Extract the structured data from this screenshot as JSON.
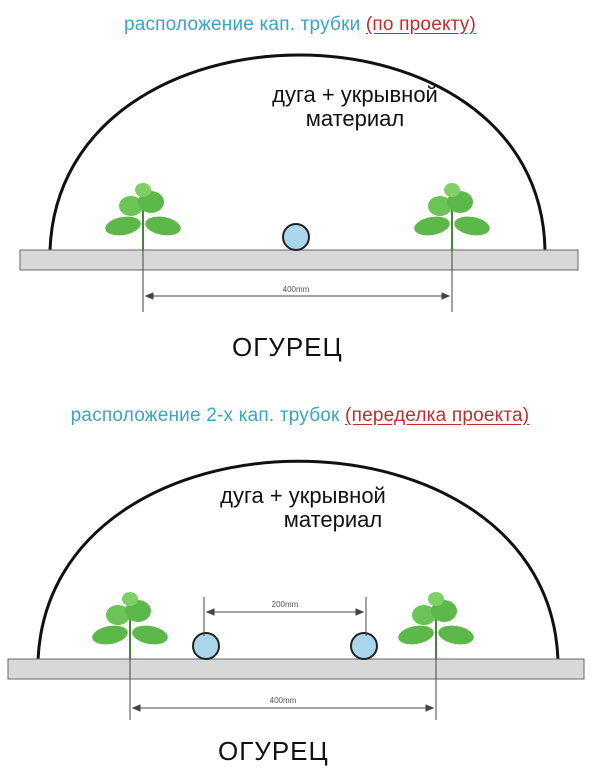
{
  "panels": [
    {
      "title_main": "расположение кап. трубки ",
      "title_note": "(по проекту)",
      "arc_label_line1": "дуга + укрывной",
      "arc_label_line2": "материал",
      "crop_label": "ОГУРЕЦ",
      "dimension_total": "400mm"
    },
    {
      "title_main": "расположение 2-х кап. трубок ",
      "title_note": "(переделка проекта)",
      "arc_label_line1": "дуга + укрывной",
      "arc_label_line2": "материал",
      "crop_label": "ОГУРЕЦ",
      "dimension_tubes": "200mm",
      "dimension_total": "400mm"
    }
  ],
  "colors": {
    "title_blue": "#3aa3c9",
    "title_red": "#c62a2a",
    "ground_fill": "#d8d8d8",
    "tube_fill": "#a9d6ea",
    "plant_green": "#5db84a"
  },
  "icons": [
    "cucumber-plant-icon",
    "drip-tube-icon",
    "arc-icon"
  ]
}
